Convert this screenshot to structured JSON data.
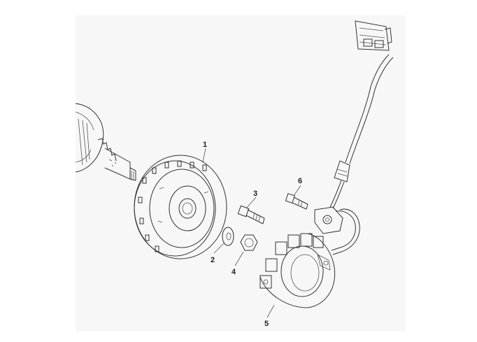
{
  "diagram": {
    "background": "#ffffff",
    "panel_color": "#f7f7f7",
    "line_color": "#333333",
    "callouts": [
      {
        "id": "1",
        "label": "1"
      },
      {
        "id": "2",
        "label": "2"
      },
      {
        "id": "3",
        "label": "3"
      },
      {
        "id": "4",
        "label": "4"
      },
      {
        "id": "5",
        "label": "5"
      },
      {
        "id": "6",
        "label": "6"
      }
    ]
  }
}
